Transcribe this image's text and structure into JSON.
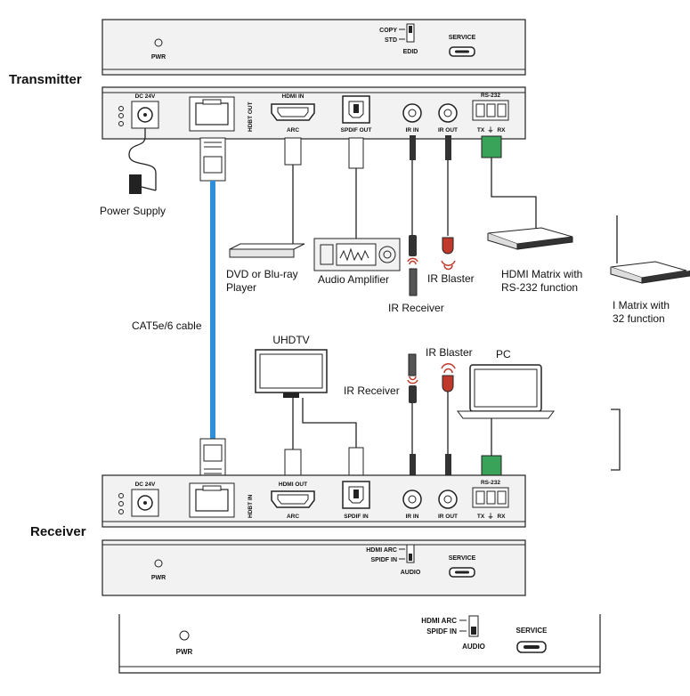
{
  "units": {
    "transmitter": {
      "title": "Transmitter",
      "front": {
        "pwr": "PWR",
        "copy": "COPY",
        "std": "STD",
        "edid": "EDID",
        "service": "SERVICE"
      },
      "rear": {
        "dc": "DC 24V",
        "hdbt": "HDBT OUT",
        "hdmi": "HDMI IN",
        "arc": "ARC",
        "spdif": "SPDIF OUT",
        "ir_in": "IR IN",
        "ir_out": "IR OUT",
        "rs232": "RS-232",
        "tx": "TX",
        "rx": "RX"
      }
    },
    "receiver": {
      "title": "Receiver",
      "rear": {
        "dc": "DC 24V",
        "hdbt": "HDBT IN",
        "hdmi": "HDMI OUT",
        "arc": "ARC",
        "spdif": "SPDIF IN",
        "ir_in": "IR IN",
        "ir_out": "IR OUT",
        "rs232": "RS-232",
        "tx": "TX",
        "rx": "RX"
      },
      "front": {
        "pwr": "PWR",
        "hdmi_arc": "HDMI ARC",
        "spdif_in": "SPIDF IN",
        "audio": "AUDIO",
        "service": "SERVICE"
      }
    },
    "receiver_front_dup": {
      "pwr": "PWR",
      "hdmi_arc": "HDMI ARC",
      "spdif_in": "SPIDF IN",
      "audio": "AUDIO",
      "service": "SERVICE"
    }
  },
  "devices": {
    "power_supply": "Power Supply",
    "dvd_line1": "DVD or Blu-ray",
    "dvd_line2": "Player",
    "amplifier": "Audio Amplifier",
    "ir_receiver_tx": "IR Receiver",
    "ir_blaster_tx": "IR Blaster",
    "matrix_line1": "HDMI Matrix with",
    "matrix_line2": "RS-232 function",
    "matrix_dup_line1": "I Matrix with",
    "matrix_dup_line2": "32 function",
    "cable": "CAT5e/6 cable",
    "uhdtv": "UHDTV",
    "ir_receiver_rx": "IR Receiver",
    "ir_blaster_rx": "IR Blaster",
    "pc": "PC"
  },
  "colors": {
    "cable": "#2f8fd8",
    "blaster": "#c0392b",
    "terminal": "#3aa35a",
    "panel": "#f2f2f2",
    "outline": "#222222"
  }
}
